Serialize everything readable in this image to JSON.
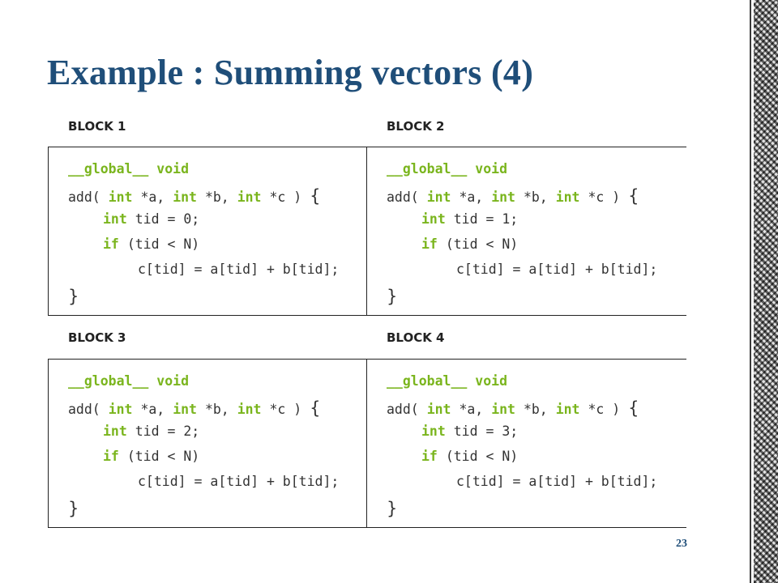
{
  "title": "Example : Summing vectors (4)",
  "page_number": "23",
  "blocks": [
    {
      "label": "BLOCK 1",
      "code": {
        "kw_global": "__global__",
        "kw_void": "void",
        "fn_open": "add(",
        "kw_int": "int",
        "param_a": "*a,",
        "param_b": "*b,",
        "param_c": "*c )",
        "open_brace": "{",
        "tid_assign": "tid = 0;",
        "kw_if": "if",
        "if_cond": "(tid < N)",
        "statement": "c[tid] = a[tid] + b[tid];",
        "close_brace": "}"
      }
    },
    {
      "label": "BLOCK 2",
      "code": {
        "kw_global": "__global__",
        "kw_void": "void",
        "fn_open": "add(",
        "kw_int": "int",
        "param_a": "*a,",
        "param_b": "*b,",
        "param_c": "*c )",
        "open_brace": "{",
        "tid_assign": "tid = 1;",
        "kw_if": "if",
        "if_cond": "(tid < N)",
        "statement": "c[tid] = a[tid] + b[tid];",
        "close_brace": "}"
      }
    },
    {
      "label": "BLOCK 3",
      "code": {
        "kw_global": "__global__",
        "kw_void": "void",
        "fn_open": "add(",
        "kw_int": "int",
        "param_a": "*a,",
        "param_b": "*b,",
        "param_c": "*c )",
        "open_brace": "{",
        "tid_assign": "tid = 2;",
        "kw_if": "if",
        "if_cond": "(tid < N)",
        "statement": "c[tid] = a[tid] + b[tid];",
        "close_brace": "}"
      }
    },
    {
      "label": "BLOCK 4",
      "code": {
        "kw_global": "__global__",
        "kw_void": "void",
        "fn_open": "add(",
        "kw_int": "int",
        "param_a": "*a,",
        "param_b": "*b,",
        "param_c": "*c )",
        "open_brace": "{",
        "tid_assign": "tid = 3;",
        "kw_if": "if",
        "if_cond": "(tid < N)",
        "statement": "c[tid] = a[tid] + b[tid];",
        "close_brace": "}"
      }
    }
  ],
  "colors": {
    "title": "#1f4e79",
    "keyword": "#7ab51d",
    "code_text": "#333333",
    "border": "#222222"
  }
}
